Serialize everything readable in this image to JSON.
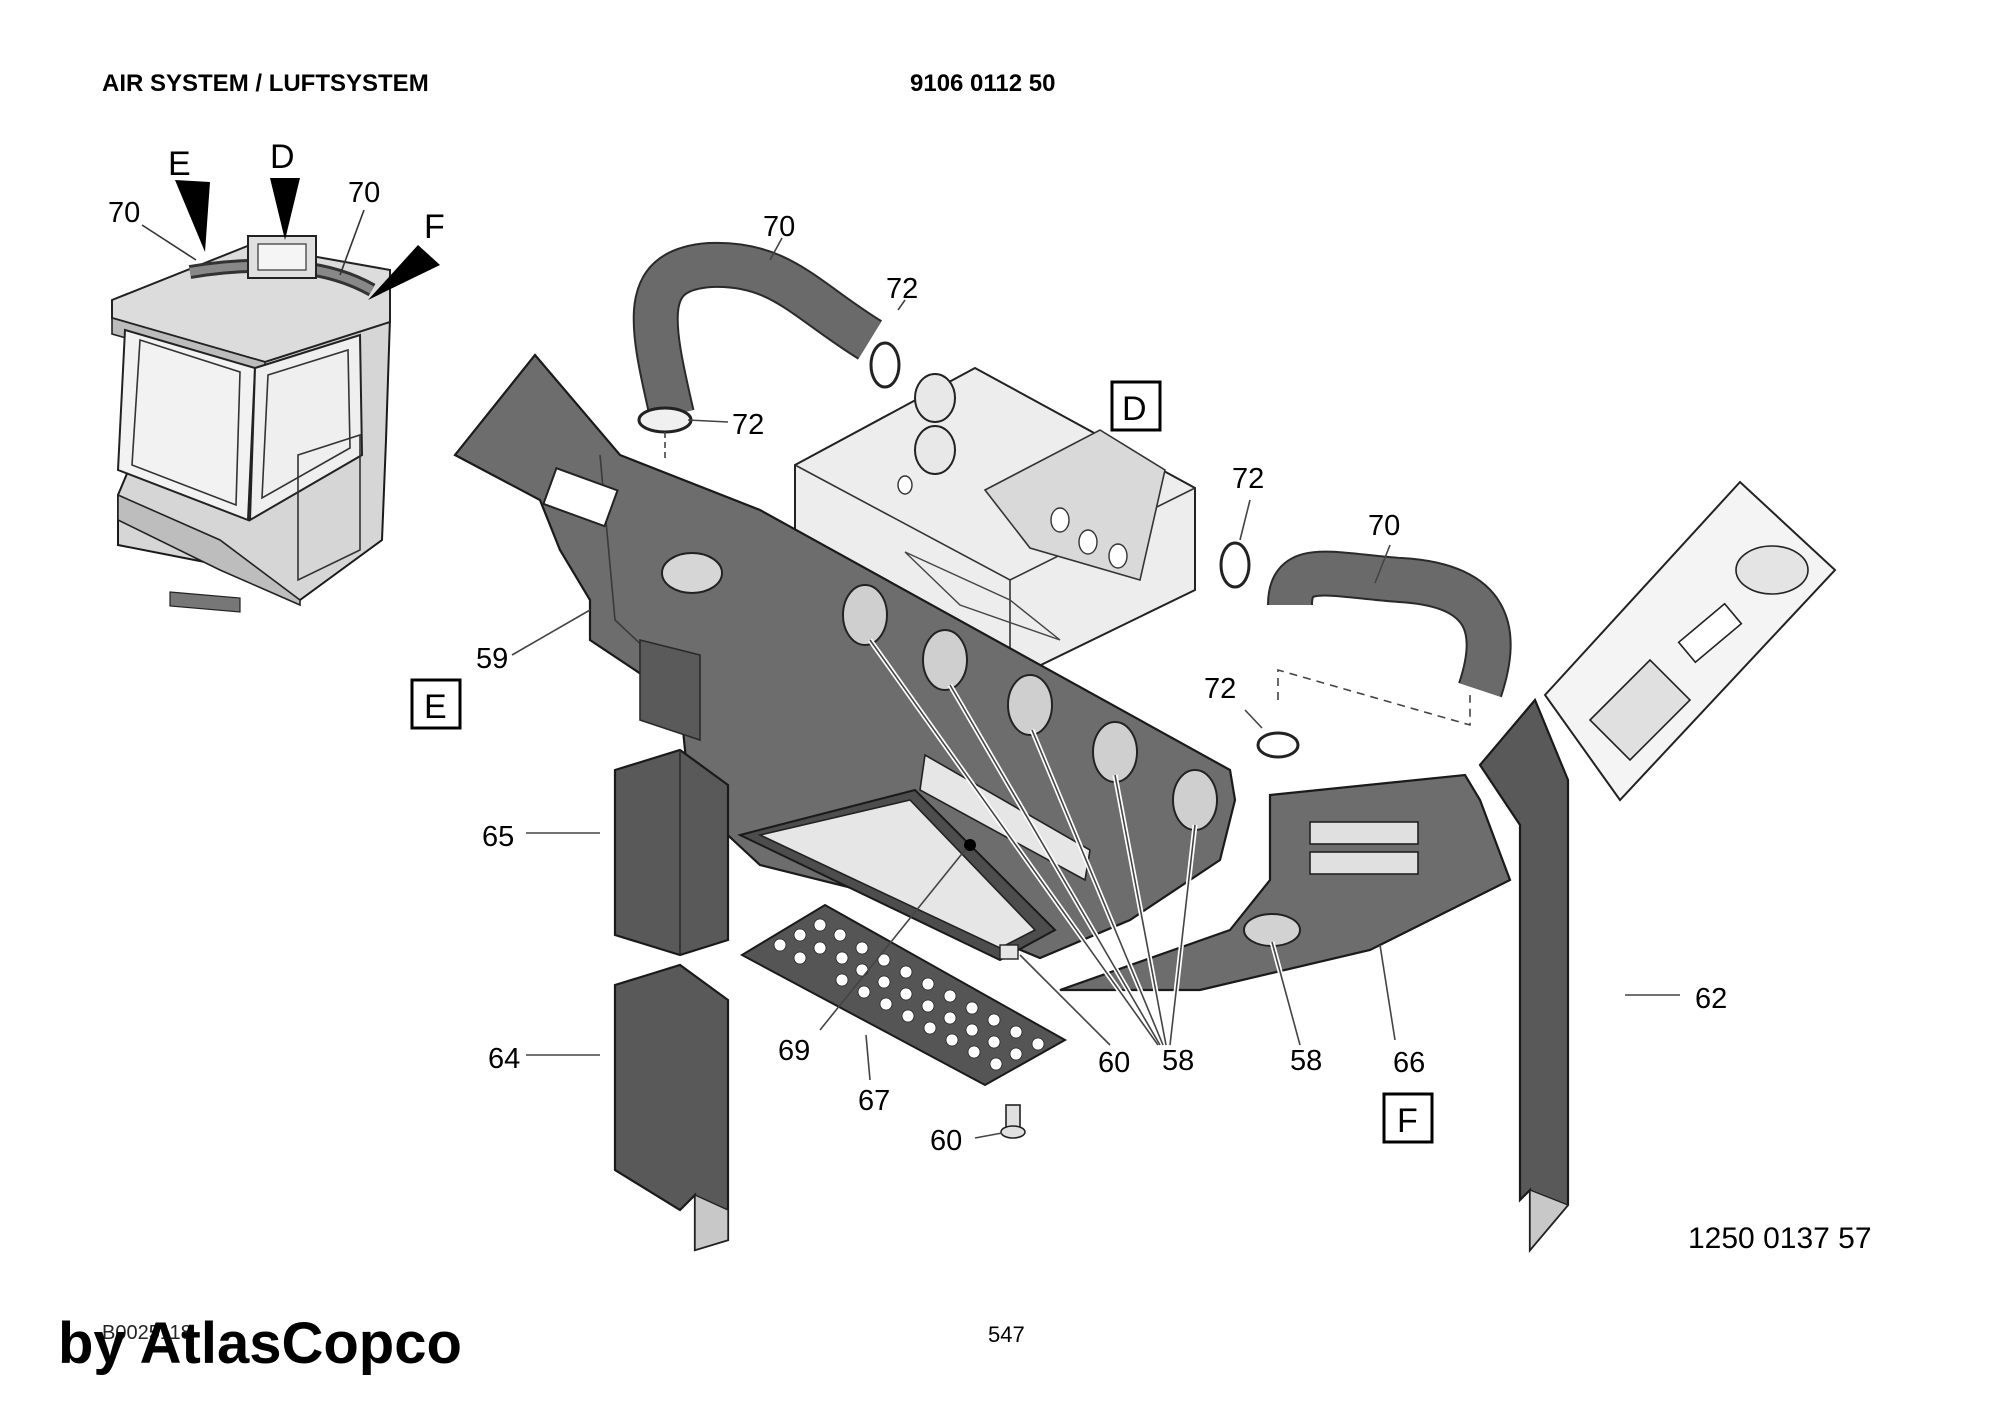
{
  "header": {
    "title": "AIR SYSTEM / LUFTSYSTEM",
    "doc_number": "9106 0112 50"
  },
  "footer": {
    "drawing_ref": "B0025118",
    "page_number": "547",
    "part_number": "1250 0137 57",
    "watermark": "by AtlasCopco"
  },
  "overview": {
    "label_e": "E",
    "label_d": "D",
    "label_f": "F",
    "label_70_left": "70",
    "label_70_right": "70"
  },
  "view_markers": {
    "d": "D",
    "e": "E",
    "f": "F"
  },
  "callouts": {
    "c70_top": "70",
    "c72_top": "72",
    "c72_left": "72",
    "c72_right": "72",
    "c70_right": "70",
    "c72_mid": "72",
    "c59": "59",
    "c65": "65",
    "c64": "64",
    "c69": "69",
    "c67": "67",
    "c60_a": "60",
    "c60_b": "60",
    "c58_a": "58",
    "c58_b": "58",
    "c66": "66",
    "c62": "62"
  },
  "colors": {
    "panel": "#6d6d6d",
    "background": "#ffffff"
  }
}
